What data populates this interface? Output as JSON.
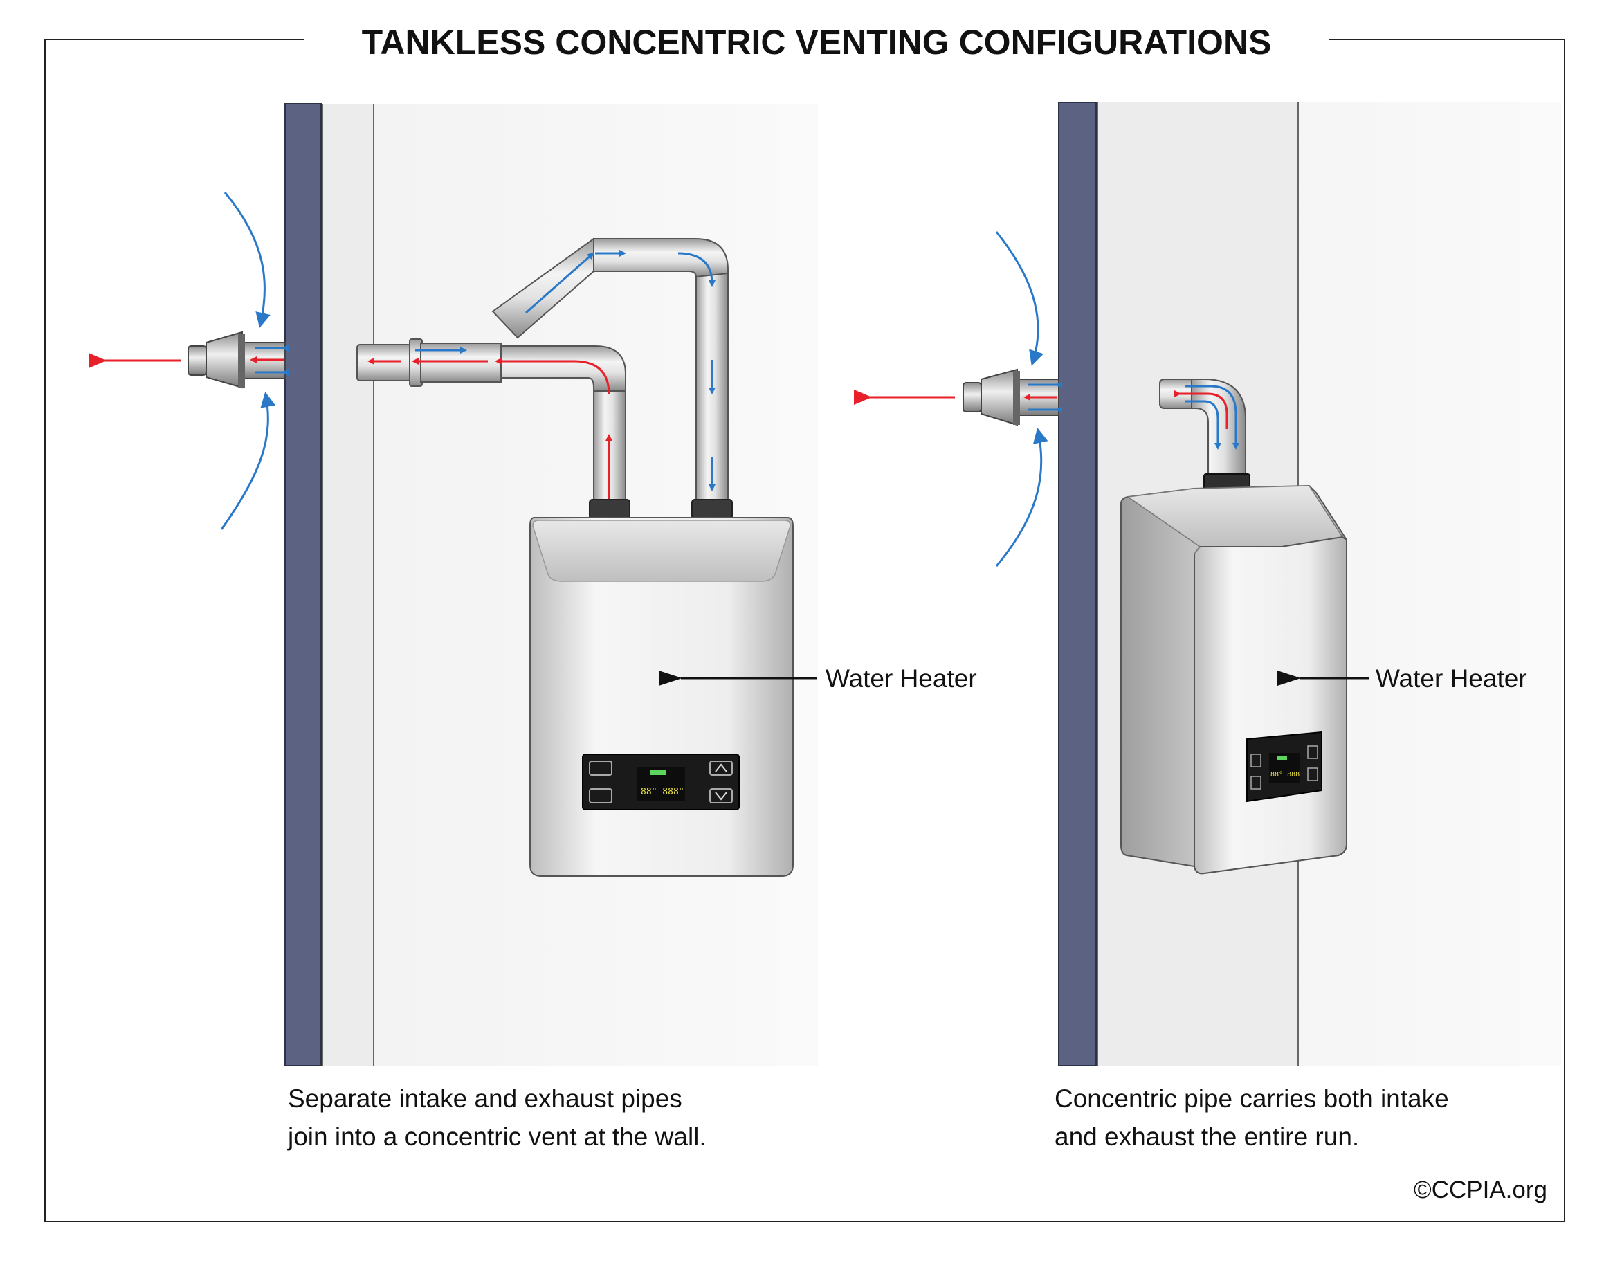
{
  "title": "TANKLESS CONCENTRIC VENTING CONFIGURATIONS",
  "panels": [
    {
      "label": "Water Heater",
      "caption_lines": [
        "Separate intake and exhaust pipes",
        "join into a concentric vent at the wall."
      ]
    },
    {
      "label": "Water Heater",
      "caption_lines": [
        "Concentric pipe carries both intake",
        "and exhaust the entire run."
      ]
    }
  ],
  "copyright": "©CCPIA.org",
  "colors": {
    "intake_arrow": "#2a78c8",
    "exhaust_arrow": "#e8202a",
    "wall": "#5b6282"
  }
}
